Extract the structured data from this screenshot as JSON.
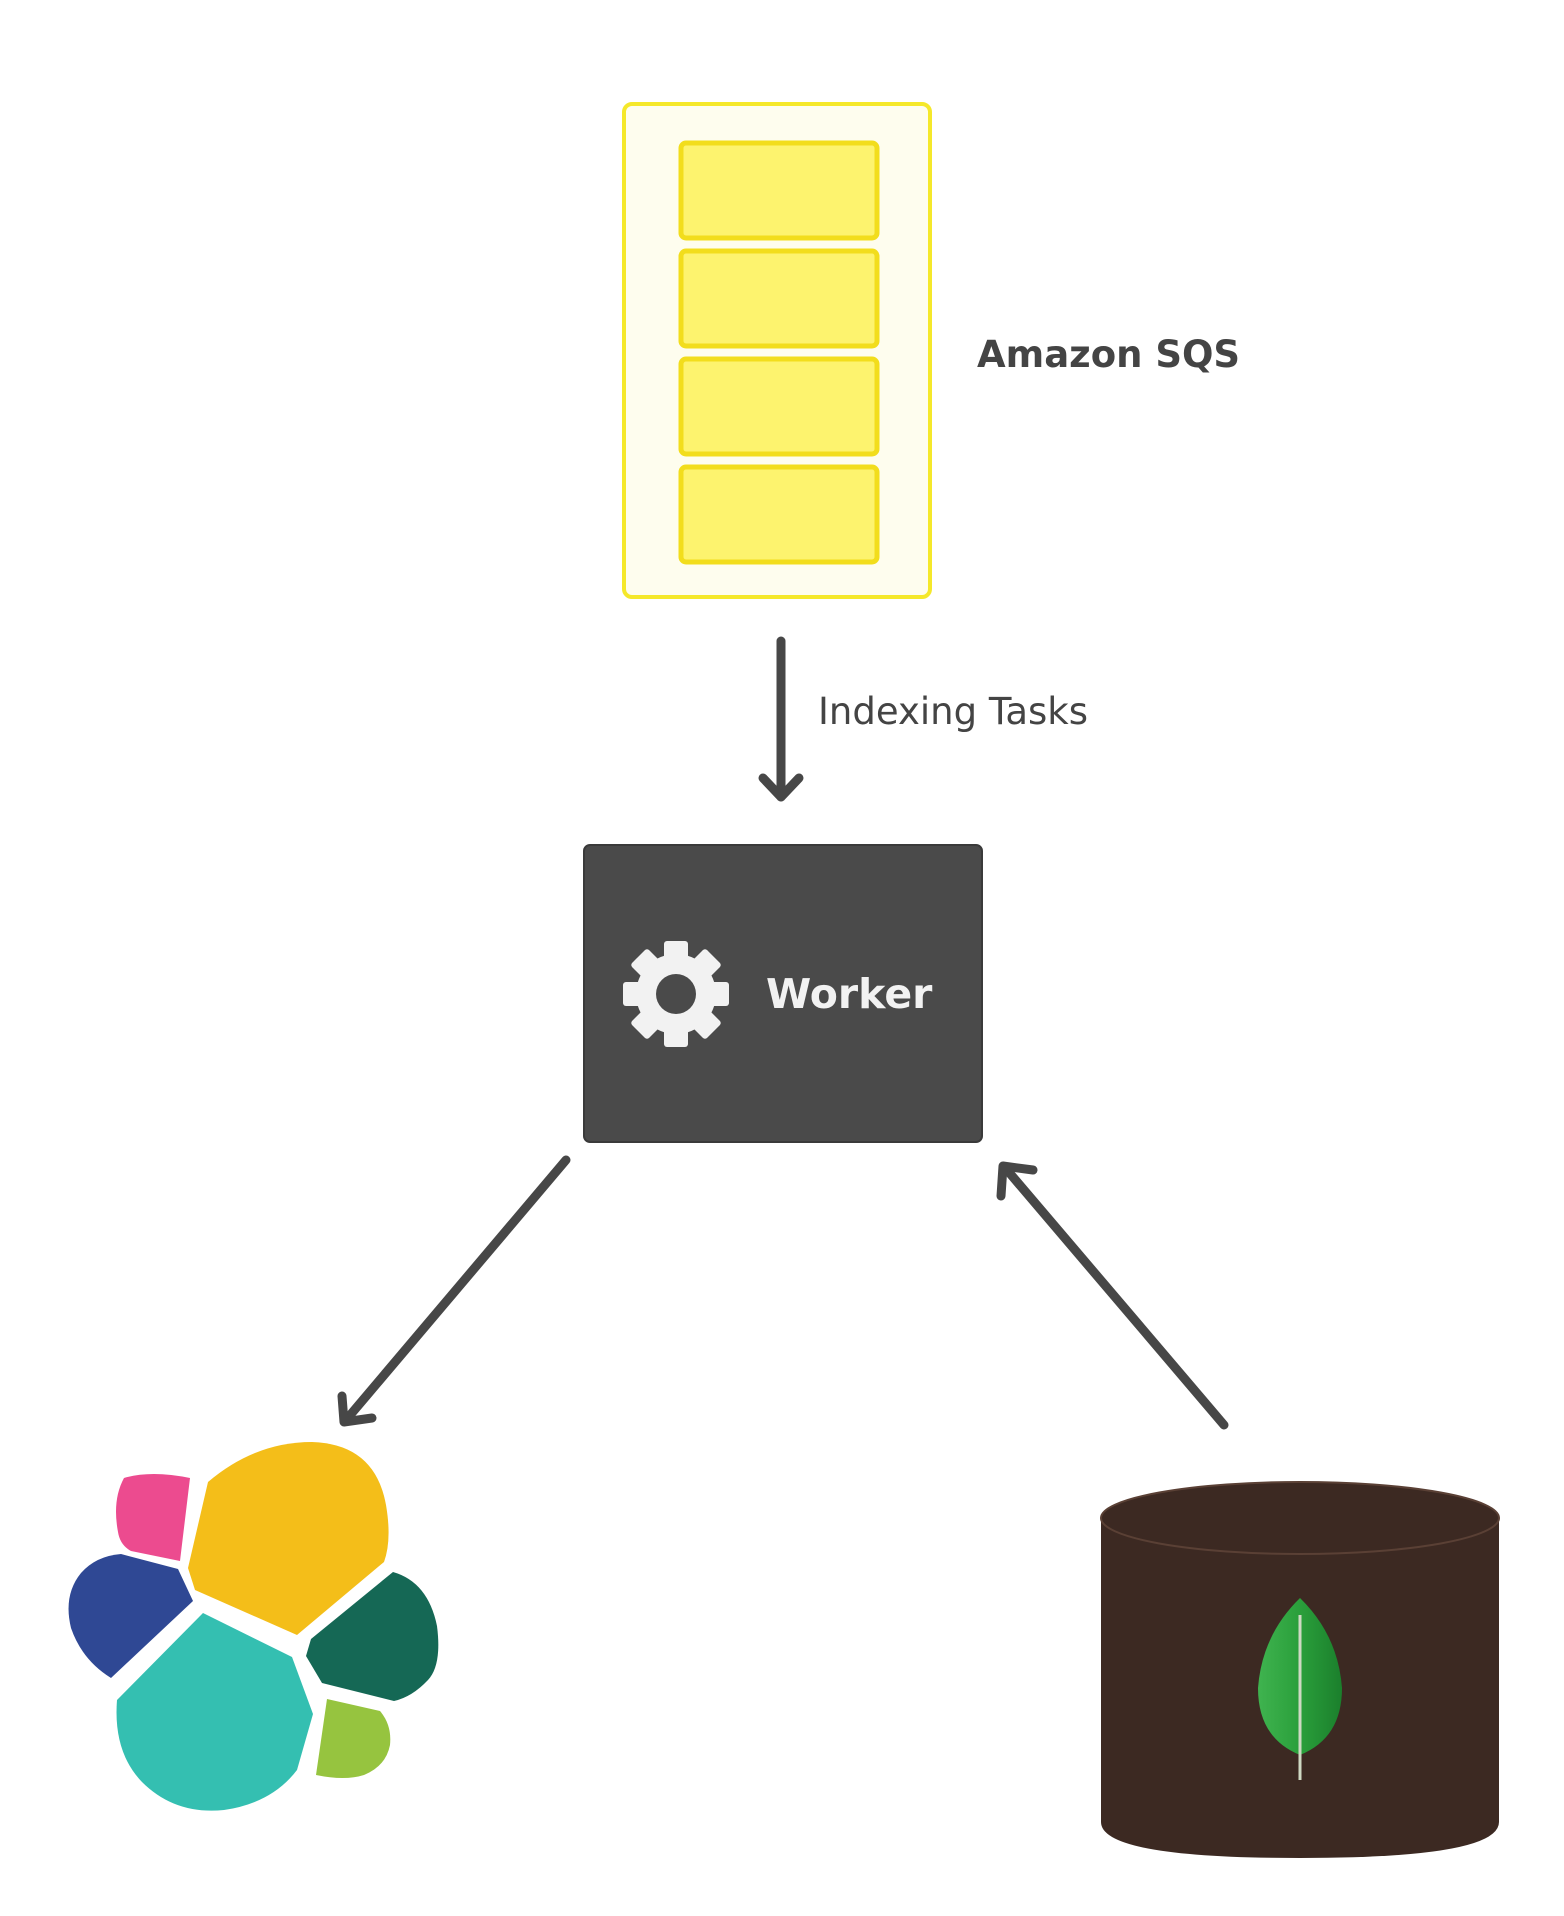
{
  "queue": {
    "label": "Amazon SQS",
    "message_count": 4,
    "colors": {
      "outer_fill": "#fefdee",
      "outer_stroke": "#f5e82a",
      "message_fill": "#fdf36e",
      "message_stroke": "#f2dd1c"
    }
  },
  "edge_queue_worker": {
    "label": "Indexing Tasks"
  },
  "worker": {
    "label": "Worker",
    "icon": "gear-icon",
    "colors": {
      "box": "#4a4a4a",
      "text": "#f2f2f2"
    }
  },
  "edge_worker_elasticsearch": {
    "direction": "worker-to-elasticsearch"
  },
  "edge_mongodb_worker": {
    "direction": "mongodb-to-worker"
  },
  "elasticsearch": {
    "icon": "elasticsearch-logo",
    "colors": {
      "pink": "#ec4b8f",
      "yellow": "#f4be19",
      "blue": "#2f4894",
      "teal": "#34bfb1",
      "dark_green": "#156855",
      "light_green": "#96c43f"
    }
  },
  "mongodb": {
    "icon": "mongodb-leaf-icon",
    "colors": {
      "cylinder": "#3c2922",
      "leaf": "#2a9f3b"
    }
  },
  "colors": {
    "arrow": "#474747",
    "text": "#444444",
    "background": "#ffffff"
  }
}
